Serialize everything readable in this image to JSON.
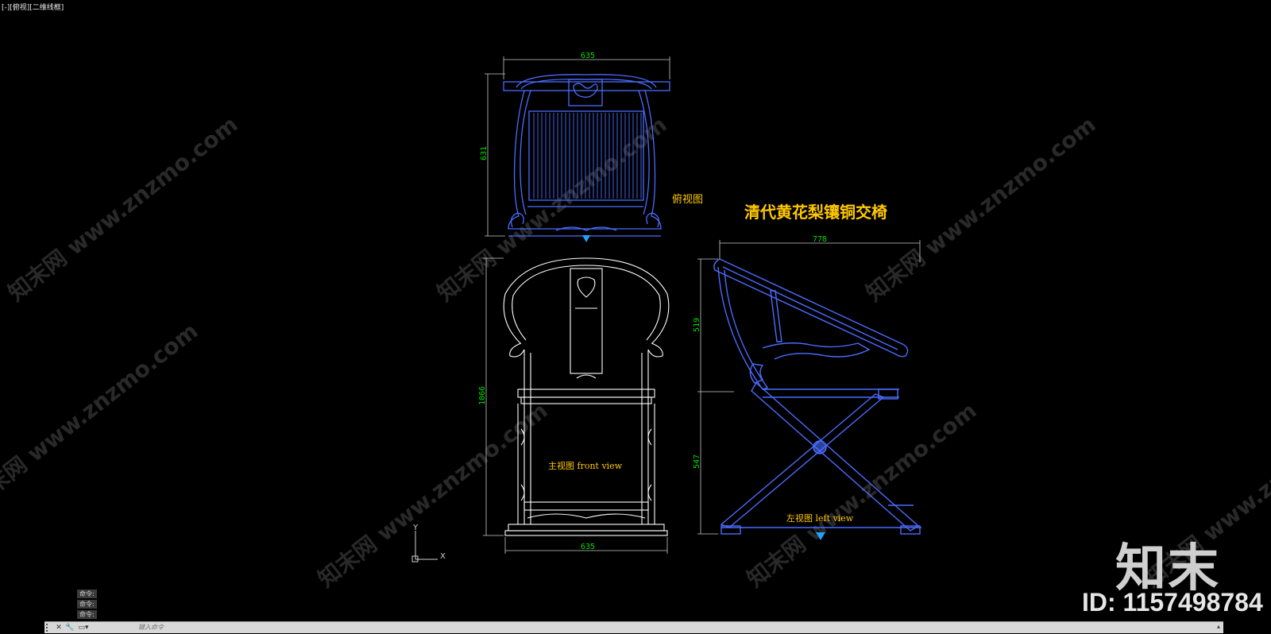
{
  "viewport": {
    "label": "[-][俯视][二维线框]"
  },
  "drawing": {
    "title": "清代黄花梨镶铜交椅",
    "views": {
      "top": {
        "label": "俯视图",
        "dim_width": "635",
        "dim_depth": "631"
      },
      "front": {
        "label": "主视图  front view",
        "dim_height": "1066",
        "dim_width": "635"
      },
      "left": {
        "label": "左视图  left view",
        "dim_width": "778",
        "dim_upper": "519",
        "dim_lower": "547"
      }
    },
    "ucs": {
      "x_label": "X",
      "y_label": "Y"
    }
  },
  "command_history": [
    "命令:",
    "命令:",
    "命令:"
  ],
  "command_bar": {
    "placeholder": "键入命令"
  },
  "watermark": {
    "brand": "知末",
    "id": "ID: 1157498784",
    "site": "知末网 www.znzmo.com"
  },
  "colors": {
    "background": "#000000",
    "linework_blue": "#4a6cff",
    "linework_white": "#ffffff",
    "dimension": "#00e000",
    "annotation": "#ffc800",
    "marker": "#22a0ff"
  }
}
